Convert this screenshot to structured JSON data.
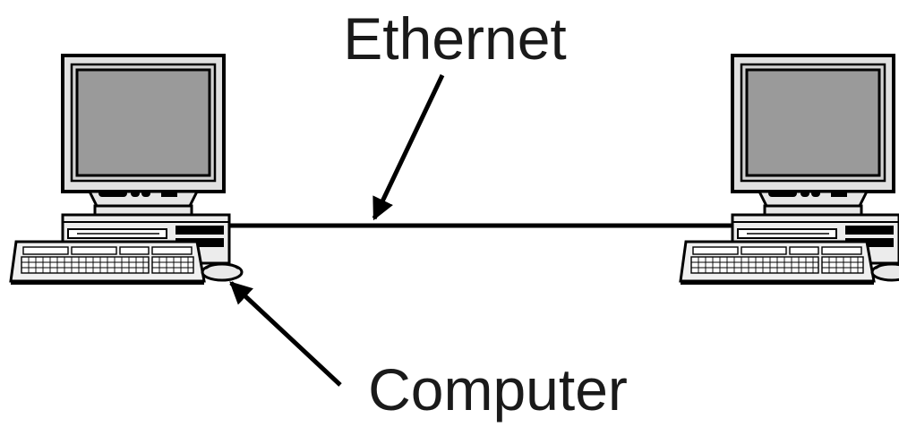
{
  "labels": {
    "network": "Ethernet",
    "device": "Computer"
  },
  "colors": {
    "stroke": "#000000",
    "screen": "#9a9a9a",
    "monitor_face": "#e0e0e0",
    "case_face": "#ececec",
    "keyboard_face": "#f0f0f0",
    "background": "#ffffff"
  },
  "nodes": [
    {
      "name": "left-computer",
      "type": "desktop-computer-icon"
    },
    {
      "name": "right-computer",
      "type": "desktop-computer-icon"
    }
  ],
  "links": [
    {
      "from": "left-computer",
      "to": "right-computer",
      "type": "ethernet-cable"
    }
  ]
}
